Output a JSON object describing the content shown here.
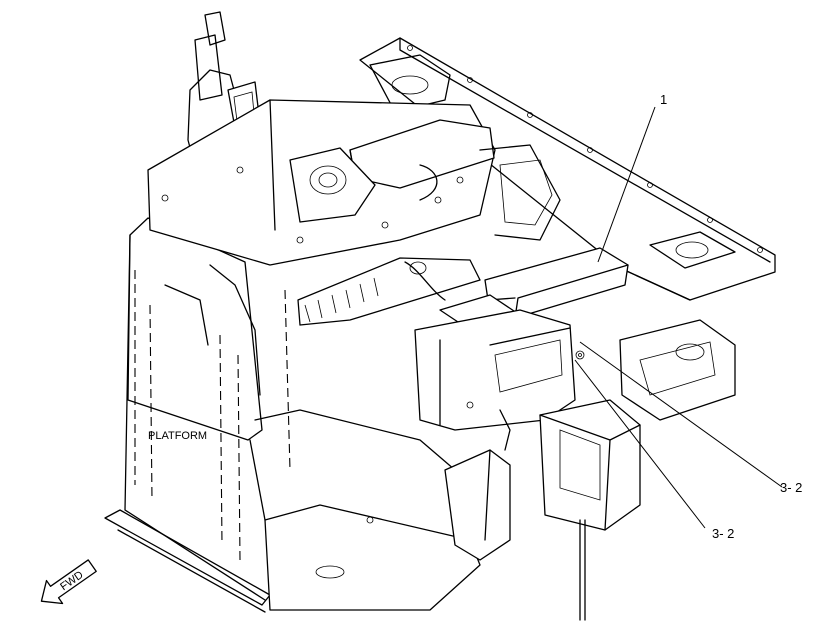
{
  "callouts": {
    "item_1": "1",
    "item_3_2_right": "3- 2",
    "item_3_2_lower": "3- 2"
  },
  "labels": {
    "platform": "PLATFORM",
    "fwd": "FWD"
  },
  "icons": {
    "fwd_arrow": "fwd-arrow-icon"
  }
}
